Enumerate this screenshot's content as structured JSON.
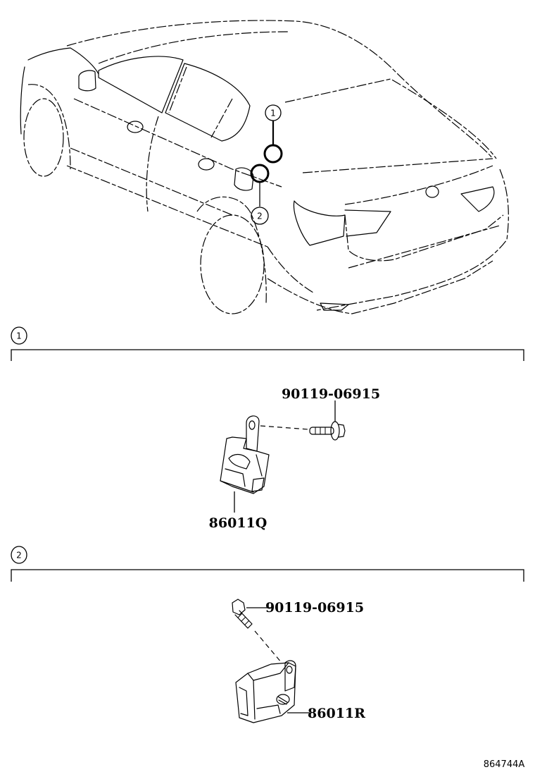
{
  "diagram": {
    "id_label": "864744A",
    "overview": {
      "description": "rear three-quarter view of sedan",
      "callouts": [
        {
          "number": "1"
        },
        {
          "number": "2"
        }
      ]
    },
    "sections": [
      {
        "number": "1",
        "parts": [
          {
            "part_no": "90119-06915",
            "kind": "bolt"
          },
          {
            "part_no": "86011Q",
            "kind": "module"
          }
        ]
      },
      {
        "number": "2",
        "parts": [
          {
            "part_no": "90119-06915",
            "kind": "bolt"
          },
          {
            "part_no": "86011R",
            "kind": "module"
          }
        ]
      }
    ]
  }
}
